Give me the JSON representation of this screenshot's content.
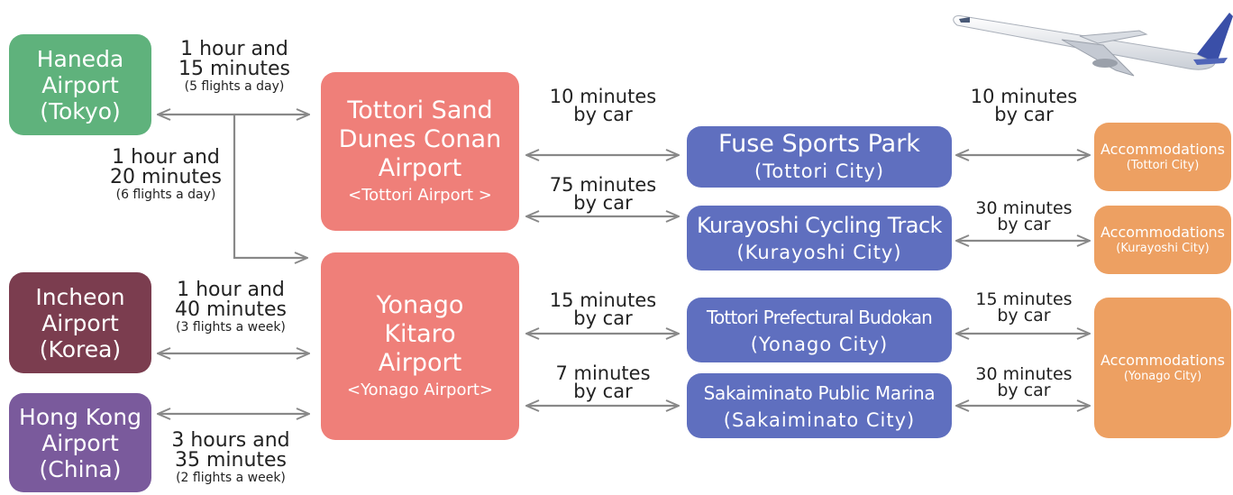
{
  "colors": {
    "origin_haneda": "#5fb27c",
    "origin_incheon": "#7b3d4f",
    "origin_hongkong": "#7a5a9c",
    "airport": "#ef7f79",
    "venue": "#5f6fbf",
    "accommodation": "#eda062",
    "arrow": "#888888"
  },
  "origins": [
    {
      "lines": [
        "Haneda",
        "Airport",
        "(Tokyo)"
      ]
    },
    {
      "lines": [
        "Incheon",
        "Airport",
        "(Korea)"
      ]
    },
    {
      "lines": [
        "Hong Kong",
        "Airport",
        "(China)"
      ]
    }
  ],
  "airports": [
    {
      "lines": [
        "Tottori Sand",
        "Dunes Conan",
        "Airport"
      ],
      "sub": "<Tottori Airport >"
    },
    {
      "lines": [
        "Yonago",
        "Kitaro",
        "Airport"
      ],
      "sub": "<Yonago Airport>"
    }
  ],
  "venues": [
    {
      "title": "Fuse Sports Park",
      "city": "(Tottori City)"
    },
    {
      "title": "Kurayoshi Cycling Track",
      "city": "(Kurayoshi City)"
    },
    {
      "title": "Tottori Prefectural Budokan",
      "city": "(Yonago City)"
    },
    {
      "title": "Sakaiminato Public Marina",
      "city": "(Sakaiminato City)"
    }
  ],
  "accommodations": [
    {
      "label": "Accommodations",
      "city": "(Tottori City)"
    },
    {
      "label": "Accommodations",
      "city": "(Kurayoshi City)"
    },
    {
      "label": "Accommodations",
      "city": "(Yonago City)"
    }
  ],
  "flights": [
    {
      "time": [
        "1 hour and",
        "15 minutes"
      ],
      "freq": "(5 flights a day)"
    },
    {
      "time": [
        "1 hour and",
        "20 minutes"
      ],
      "freq": "(6 flights a day)"
    },
    {
      "time": [
        "1 hour and",
        "40 minutes"
      ],
      "freq": "(3 flights a week)"
    },
    {
      "time": [
        "3 hours and",
        "35 minutes"
      ],
      "freq": "(2 flights a week)"
    }
  ],
  "car_times_airport_venue": [
    {
      "minutes": "10 minutes",
      "by": "by car"
    },
    {
      "minutes": "75 minutes",
      "by": "by car"
    },
    {
      "minutes": "15 minutes",
      "by": "by car"
    },
    {
      "minutes": "7 minutes",
      "by": "by car"
    }
  ],
  "car_times_venue_accommodation": [
    {
      "minutes": "10 minutes",
      "by": "by car"
    },
    {
      "minutes": "30 minutes",
      "by": "by car"
    },
    {
      "minutes": "15 minutes",
      "by": "by car"
    },
    {
      "minutes": "30 minutes",
      "by": "by car"
    }
  ]
}
